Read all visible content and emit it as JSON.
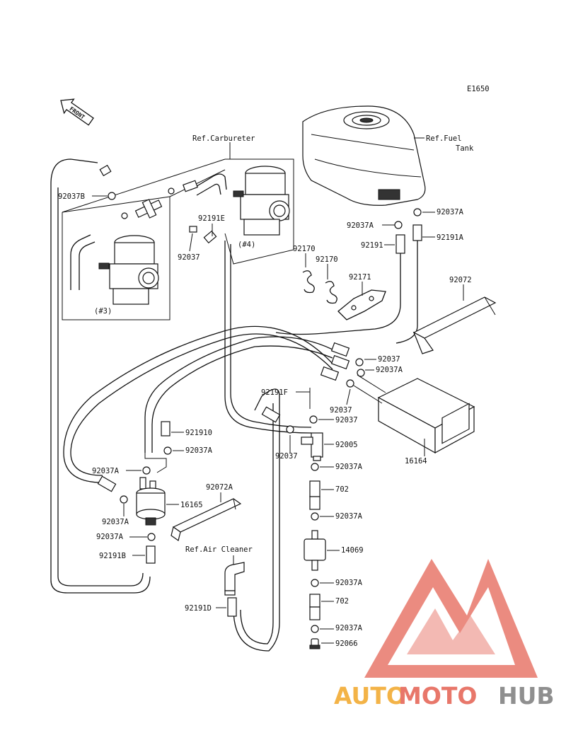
{
  "diagram": {
    "code": "E1650",
    "front_label": "FRONT",
    "references": {
      "carburetor": "Ref.Carbureter",
      "fuel_tank_line1": "Ref.Fuel",
      "fuel_tank_line2": "Tank",
      "air_cleaner": "Ref.Air Cleaner",
      "carb_3": "(#3)",
      "carb_4": "(#4)"
    },
    "parts": {
      "p92037B": "92037B",
      "p92037_carb": "92037",
      "p92191E": "92191E",
      "p92037A_tank": "92037A",
      "p92037A_tank_left": "92037A",
      "p92191": "92191",
      "p92191A": "92191A",
      "p92170_a": "92170",
      "p92170_b": "92170",
      "p92171": "92171",
      "p92072": "92072",
      "p92037_mid": "92037",
      "p92037A_mid": "92037A",
      "p92037_lower": "92037",
      "p92191F": "92191F",
      "p92037_f": "92037",
      "p92005": "92005",
      "p92037_valve": "92037",
      "p16164": "16164",
      "p921910": "921910",
      "p92037A_left1": "92037A",
      "p92037A_left2": "92037A",
      "p16165": "16165",
      "p92037A_left3": "92037A",
      "p92037A_left4": "92037A",
      "p92191B": "92191B",
      "p92072A": "92072A",
      "p92191D": "92191D",
      "p92037A_r1": "92037A",
      "p702_a": "702",
      "p92037A_r2": "92037A",
      "p14069": "14069",
      "p92037A_r3": "92037A",
      "p702_b": "702",
      "p92037A_r4": "92037A",
      "p92066": "92066"
    }
  },
  "watermark": {
    "part1": "AUTO",
    "part2": "MOTO",
    "part3": "HUB",
    "colors": {
      "auto": "#f3b347",
      "moto": "#e8776a",
      "hub": "#8f8f8f",
      "logo": "#e8776a"
    }
  }
}
